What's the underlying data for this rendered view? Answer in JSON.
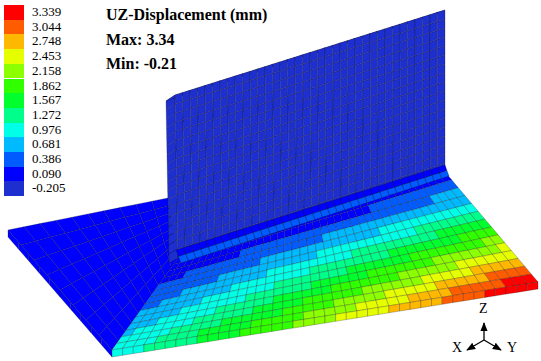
{
  "diagram": {
    "title": "UZ-Displacement (mm)",
    "labels": [
      "Max: 3.34",
      "Min: -0.21",
      "Z",
      "X",
      "Y"
    ],
    "legend": [
      {
        "text": "3.339",
        "color": "#ff0000"
      },
      {
        "text": "3.044",
        "color": "#ff5c00"
      },
      {
        "text": "2.748",
        "color": "#ffb800"
      },
      {
        "text": "2.453",
        "color": "#e6ff00"
      },
      {
        "text": "2.158",
        "color": "#8cff00"
      },
      {
        "text": "1.862",
        "color": "#30ff00"
      },
      {
        "text": "1.567",
        "color": "#00ff2c"
      },
      {
        "text": "1.272",
        "color": "#00ff8a"
      },
      {
        "text": "0.976",
        "color": "#00ffe6"
      },
      {
        "text": "0.681",
        "color": "#00baff"
      },
      {
        "text": "0.386",
        "color": "#005cff"
      },
      {
        "text": "0.090",
        "color": "#0000ff"
      },
      {
        "text": "-0.205",
        "color": "#1e2fcf"
      }
    ]
  }
}
